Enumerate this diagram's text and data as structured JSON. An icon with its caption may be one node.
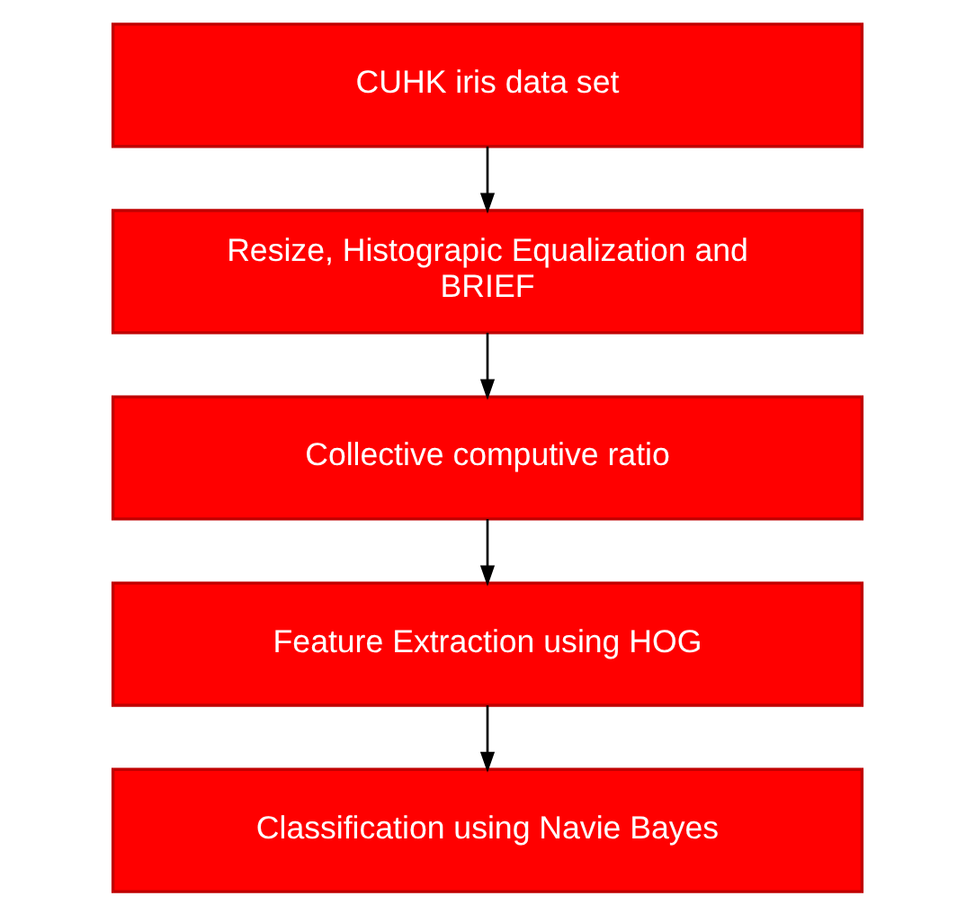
{
  "diagram": {
    "nodes": [
      {
        "text": [
          "CUHK iris data set"
        ]
      },
      {
        "text": [
          "Resize, Histograpic Equalization and BRIEF"
        ]
      },
      {
        "text": [
          "Collective computive ratio"
        ]
      },
      {
        "text": [
          "Feature Extraction using HOG"
        ]
      },
      {
        "text": [
          "Classification using Navie Bayes"
        ]
      }
    ],
    "edges": [
      {
        "from": 0,
        "to": 1,
        "arrow": "to"
      },
      {
        "from": 1,
        "to": 2,
        "arrow": "to"
      },
      {
        "from": 2,
        "to": 3,
        "arrow": "to"
      },
      {
        "from": 3,
        "to": 4,
        "arrow": "to"
      }
    ]
  }
}
